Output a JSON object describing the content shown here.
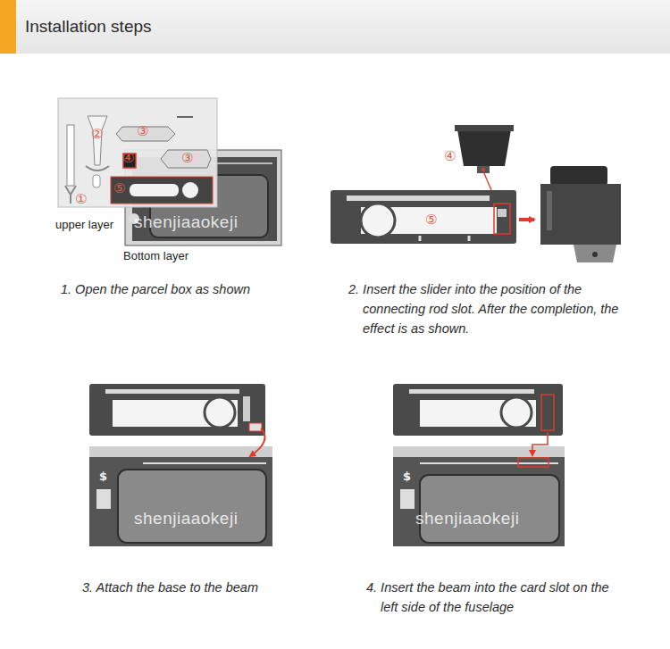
{
  "diagram": {
    "title": "Installation steps",
    "labels": [
      "upper layer",
      "Bottom layer",
      "②",
      "③",
      "④",
      "③",
      "⑤",
      "①",
      "shenjiaaokeji",
      "1. Open the parcel box as shown",
      "④",
      "⑤",
      "2. Insert the slider into the position of the connecting rod slot. After the completion, the effect is as shown.",
      "$",
      "shenjiaaokeji",
      "3. Attach the base to the beam",
      "$",
      "shenjiaaokeji",
      "4. Insert the beam into the card slot on the left side of the fuselage"
    ]
  }
}
